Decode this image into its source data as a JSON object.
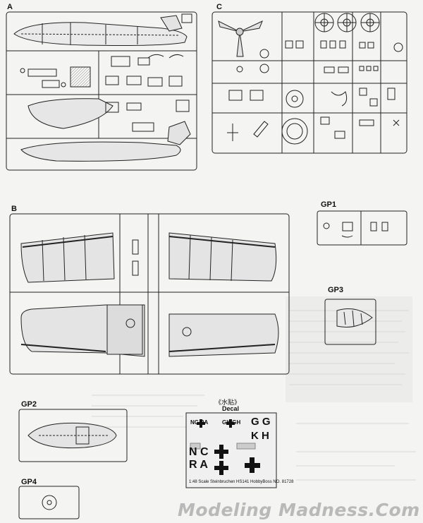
{
  "sprues": {
    "a": "A",
    "c": "C",
    "b": "B",
    "gp1": "GP1",
    "gp3": "GP3",
    "gp2": "GP2",
    "gp4": "GP4"
  },
  "decal": {
    "title_cn": "《水贴》",
    "title_en": "Decal",
    "codes": {
      "nc_ra": "NC RA",
      "gk_gh": "GK GH",
      "g_g": "G G",
      "k_h": "K H",
      "n_c": "N C",
      "r_a": "R A"
    },
    "footer": "1:48 Scale Steinbruchen HS141  HobbyBoss NO. 81728"
  },
  "watermark": "Modeling Madness.Com"
}
